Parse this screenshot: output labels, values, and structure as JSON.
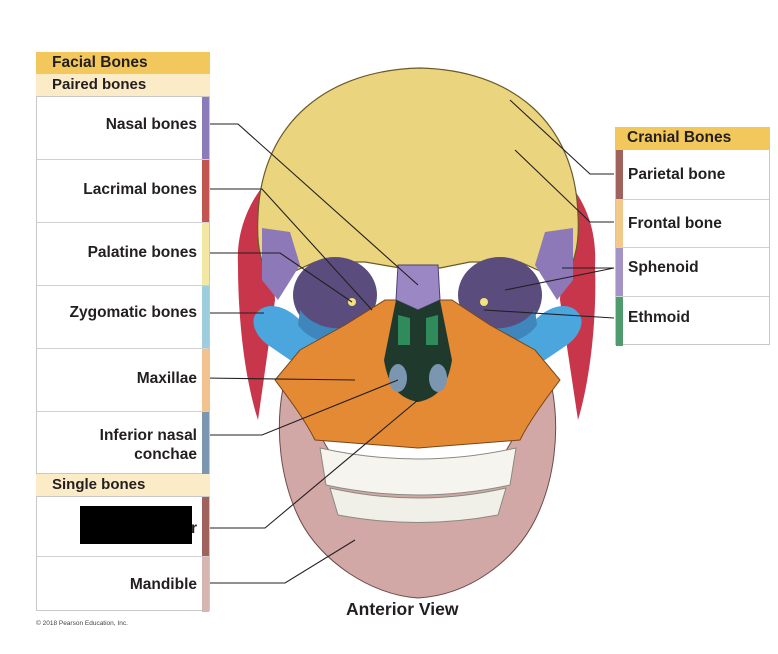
{
  "facial": {
    "title": "Facial Bones",
    "paired_title": "Paired bones",
    "paired": [
      {
        "label": "Nasal bones",
        "color": "#8b7bb8"
      },
      {
        "label": "Lacrimal bones",
        "color": "#c0564f"
      },
      {
        "label": "Palatine bones",
        "color": "#f3e7a6"
      },
      {
        "label": "Zygomatic bones",
        "color": "#9fcde0"
      },
      {
        "label": "Maxillae",
        "color": "#f2c28f"
      },
      {
        "label": "Inferior nasal",
        "label2": "conchae",
        "color": "#7a96b0"
      }
    ],
    "single_title": "Single bones",
    "single": [
      {
        "label": "r",
        "color": "#a0625d"
      },
      {
        "label": "Mandible",
        "color": "#d7b5b0"
      }
    ]
  },
  "cranial": {
    "title": "Cranial Bones",
    "items": [
      {
        "label": "Parietal bone",
        "color": "#a0625d"
      },
      {
        "label": "Frontal bone",
        "color": "#f3c98a"
      },
      {
        "label": "Sphenoid",
        "color": "#a493c6"
      },
      {
        "label": "Ethmoid",
        "color": "#4f9b6e"
      }
    ]
  },
  "view_title": "Anterior View",
  "copyright": "© 2018 Pearson Education, Inc.",
  "colors": {
    "header_fill": "#f2c75c",
    "subheader_fill": "#fbebc6",
    "frontal": "#e8d27d",
    "parietal": "#c23a4a",
    "sphenoid": "#8d79b8",
    "ethmoid": "#2f8a5c",
    "zygomatic": "#4aa3d8",
    "maxilla": "#e98a32",
    "mandible": "#cfa4a2",
    "nasal": "#9a87c4",
    "teeth": "#f5f5f2",
    "redaction": "#000000"
  }
}
